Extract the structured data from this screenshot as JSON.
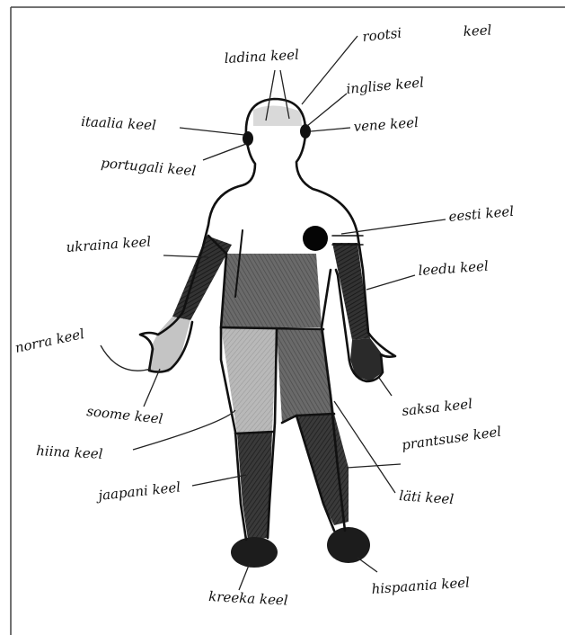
{
  "labels": {
    "ladina": "ladina keel",
    "rootsi": "rootsi",
    "keel_top": "keel",
    "inglise": "inglise keel",
    "itaalia": "itaalia keel",
    "vene": "vene keel",
    "portugali": "portugali keel",
    "eesti": "eesti keel",
    "ukraina": "ukraina keel",
    "leedu": "leedu keel",
    "norra": "norra keel",
    "saksa": "saksa keel",
    "soome": "soome keel",
    "hiina": "hiina keel",
    "prantsuse": "prantsuse keel",
    "jaapani": "jaapani keel",
    "lati": "läti keel",
    "kreeka": "kreeka keel",
    "hispaania": "hispaania keel"
  }
}
